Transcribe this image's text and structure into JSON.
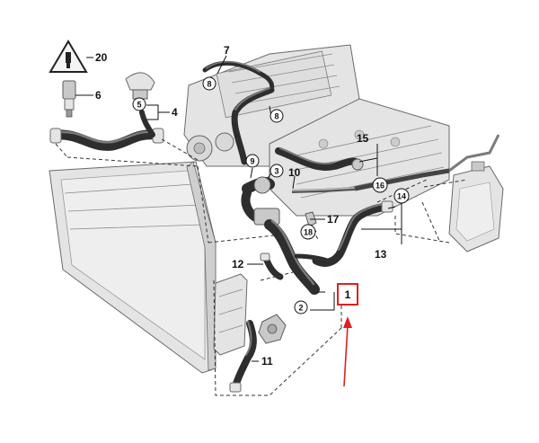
{
  "colors": {
    "highlight": "#e02020",
    "hose": "#2e2e2e",
    "part_fill": "#e4e4e4",
    "outline": "#6a6a6a"
  },
  "callouts": {
    "c1": "1",
    "c2": "2",
    "c3": "3",
    "c4": "4",
    "c5": "5",
    "c6": "6",
    "c7": "7",
    "c8a": "8",
    "c8b": "8",
    "c9": "9",
    "c10": "10",
    "c11": "11",
    "c12": "12",
    "c13": "13",
    "c14": "14",
    "c15": "15",
    "c16": "16",
    "c17": "17",
    "c18": "18",
    "c20": "20"
  },
  "highlighted_callout": "1",
  "icons": [
    "warning-triangle-icon",
    "red-pointer-arrow"
  ]
}
